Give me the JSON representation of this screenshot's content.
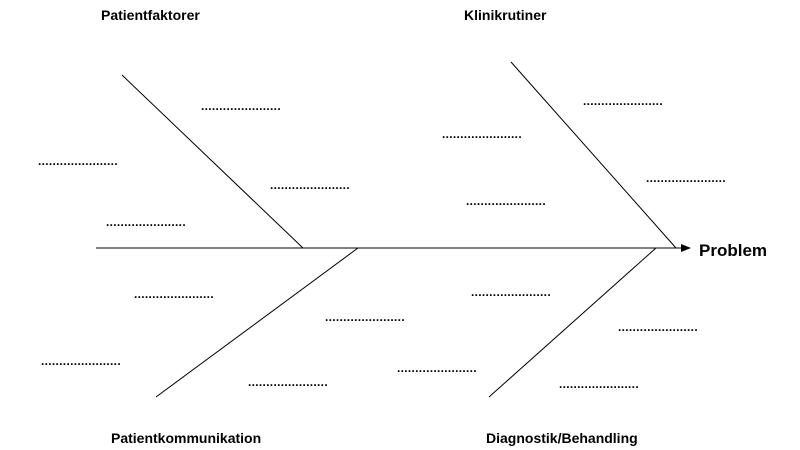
{
  "diagram": {
    "problem": "Problem",
    "categories": {
      "top_left": "Patientfaktorer",
      "top_right": "Klinikrutiner",
      "bottom_left": "Patientkommunikation",
      "bottom_right": "Diagnostik/Behandling"
    },
    "placeholder": "......................"
  }
}
